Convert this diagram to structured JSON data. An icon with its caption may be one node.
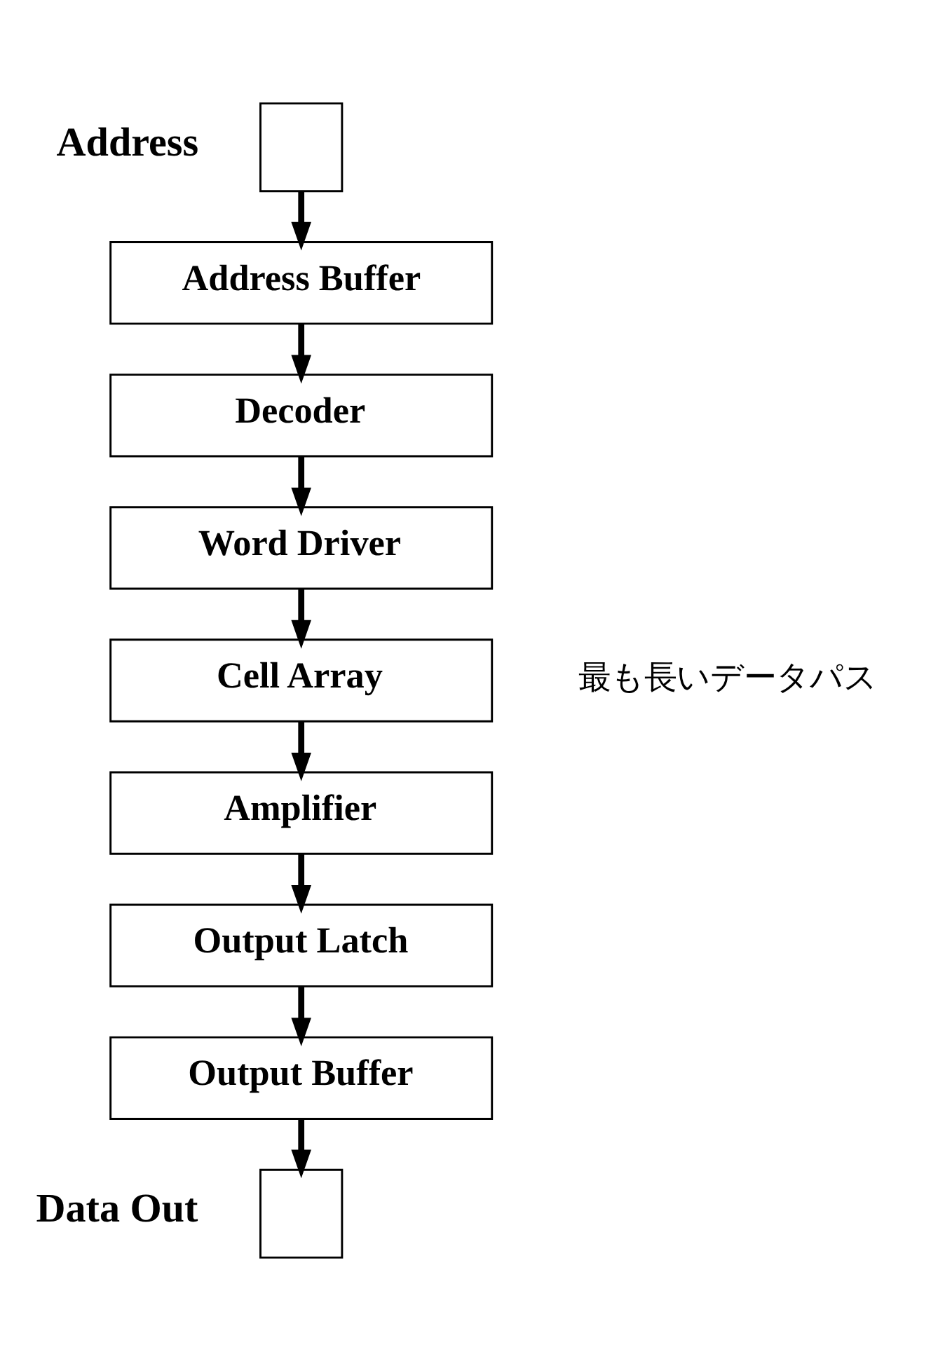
{
  "diagram": {
    "nodes": [
      {
        "text": [],
        "shape": "box",
        "beside": [
          "Address"
        ]
      },
      {
        "text": [
          "Address Buffer"
        ]
      },
      {
        "text": [
          "Decoder"
        ]
      },
      {
        "text": [
          "Word Driver"
        ]
      },
      {
        "text": [
          "Cell Array"
        ]
      },
      {
        "text": [
          "Amplifier"
        ]
      },
      {
        "text": [
          "Output Latch"
        ]
      },
      {
        "text": [
          "Output Buffer"
        ]
      },
      {
        "text": [],
        "shape": "box",
        "beside": [
          "Data Out"
        ]
      }
    ],
    "edges": [
      {
        "from": 0,
        "to": 1,
        "arrow": "to"
      },
      {
        "from": 1,
        "to": 2,
        "arrow": "to"
      },
      {
        "from": 2,
        "to": 3,
        "arrow": "to"
      },
      {
        "from": 3,
        "to": 4,
        "arrow": "to"
      },
      {
        "from": 4,
        "to": 5,
        "arrow": "to"
      },
      {
        "from": 5,
        "to": 6,
        "arrow": "to"
      },
      {
        "from": 6,
        "to": 7,
        "arrow": "to"
      },
      {
        "from": 7,
        "to": 8,
        "arrow": "to"
      }
    ],
    "labels": [
      "最も長いデータパス"
    ]
  }
}
